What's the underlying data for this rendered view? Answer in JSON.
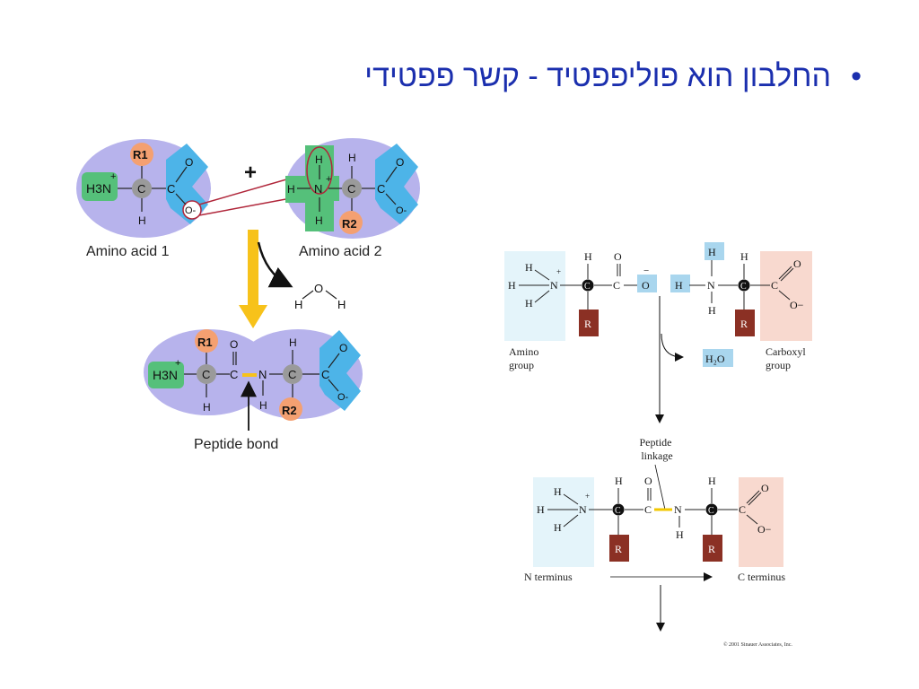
{
  "slide": {
    "bullet": "•",
    "title": "החלבון הוא פוליפפטיד - קשר פפטידי"
  },
  "left_diagram": {
    "plus": "+",
    "aa1": {
      "n": "H3N",
      "plus": "+",
      "ca": "C",
      "h": "H",
      "r": "R1",
      "c": "C",
      "o": "O",
      "om": "O-",
      "caption": "Amino acid 1"
    },
    "aa2": {
      "h_top": "H",
      "h_mid": "H",
      "h_bot": "H",
      "n": "N",
      "plus": "+",
      "ca": "C",
      "h_ca": "H",
      "r": "R2",
      "c": "C",
      "o": "O",
      "om": "O-",
      "caption": "Amino acid 2"
    },
    "water": {
      "h1": "H",
      "o": "O",
      "h2": "H"
    },
    "dipeptide": {
      "n": "H3N",
      "plus": "+",
      "ca1": "C",
      "r1": "R1",
      "h1": "H",
      "c": "C",
      "o": "O",
      "n2": "N",
      "h_n": "H",
      "ca2": "C",
      "h_ca2": "H",
      "r2": "R2",
      "c2": "C",
      "o2": "O",
      "om2": "O-"
    },
    "bond_caption": "Peptide bond"
  },
  "right_diagram": {
    "top": {
      "h1": "H",
      "h2": "H",
      "h3": "H",
      "n": "N",
      "plus": "+",
      "ca": "C",
      "h_ca": "H",
      "r": "R",
      "c": "C",
      "o_top": "O",
      "o_minus": "O",
      "minus": "−",
      "h_box": "H",
      "n2": "N",
      "h_n2": "H",
      "h_top_box": "H",
      "ca2": "C",
      "h_ca2": "H",
      "r2": "R",
      "c2": "C",
      "o2": "O",
      "o2m": "O−"
    },
    "amino_group": "Amino\ngroup",
    "carboxyl_group": "Carboxyl\ngroup",
    "water": "H₂O",
    "linkage": "Peptide\nlinkage",
    "bottom": {
      "h1": "H",
      "h2": "H",
      "h3": "H",
      "n": "N",
      "plus": "+",
      "ca": "C",
      "h_ca": "H",
      "r": "R",
      "c": "C",
      "o": "O",
      "n2": "N",
      "h_n2": "H",
      "ca2": "C",
      "h_ca2": "H",
      "r2": "R",
      "c2": "C",
      "o2": "O",
      "o2m": "O−"
    },
    "n_terminus": "N terminus",
    "c_terminus": "C terminus",
    "copyright": "© 2001 Sinauer Associates, Inc."
  }
}
